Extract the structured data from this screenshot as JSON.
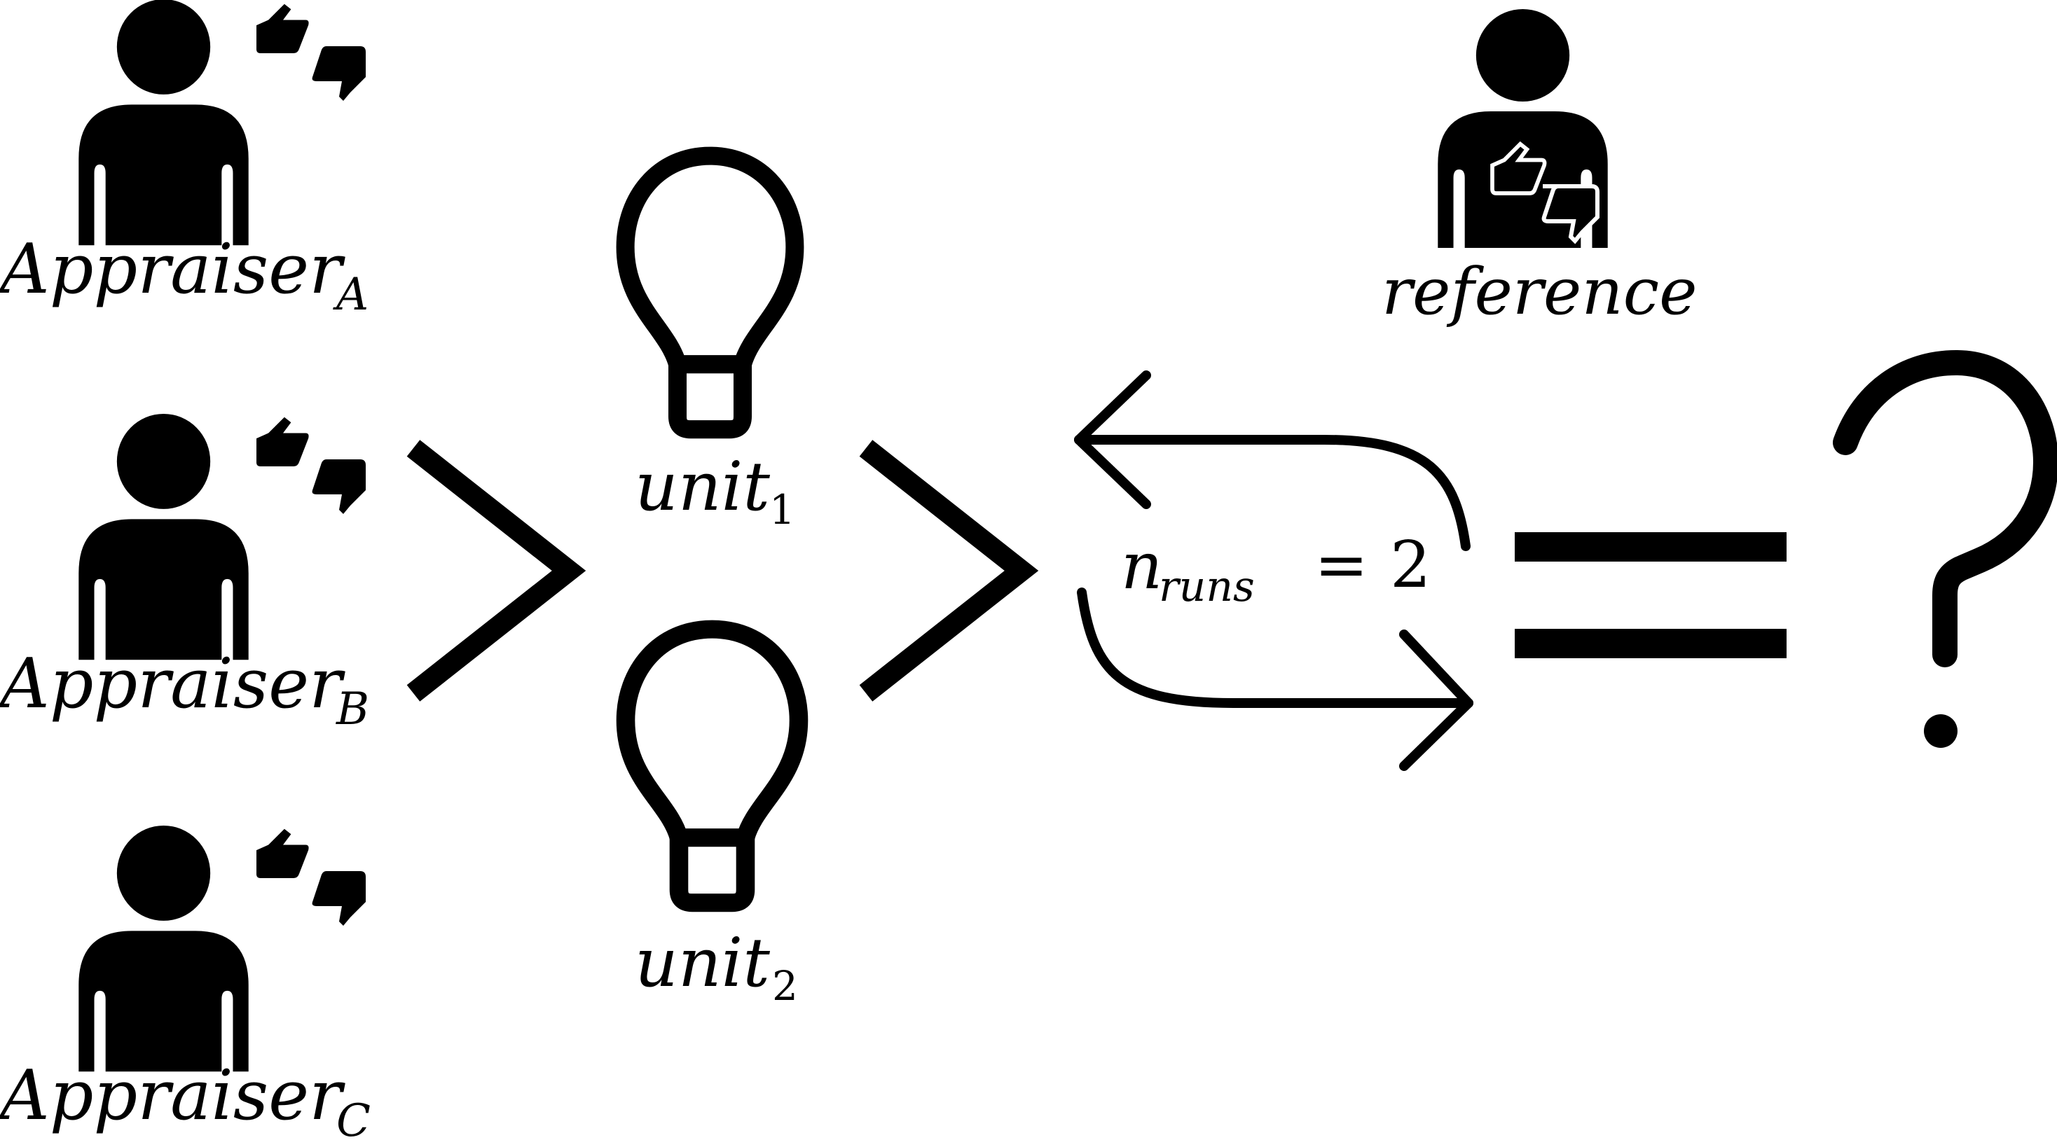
{
  "appraisers": [
    {
      "name": "Appraiser",
      "sub": "A"
    },
    {
      "name": "Appraiser",
      "sub": "B"
    },
    {
      "name": "Appraiser",
      "sub": "C"
    }
  ],
  "units": [
    {
      "name": "unit",
      "sub": "1"
    },
    {
      "name": "unit",
      "sub": "2"
    }
  ],
  "reference": {
    "label": "reference"
  },
  "runs": {
    "var": "n",
    "sub": "runs",
    "relation": "=",
    "value": "2"
  },
  "result": {
    "symbol": "?"
  },
  "colors": {
    "ink": "#000000",
    "background": "#ffffff"
  },
  "icons": [
    "person-icon",
    "thumbs-up-icon",
    "thumbs-down-icon",
    "lightbulb-icon",
    "chevron-right-icon",
    "cycle-arrows-icon",
    "equals-icon",
    "question-mark-icon"
  ]
}
